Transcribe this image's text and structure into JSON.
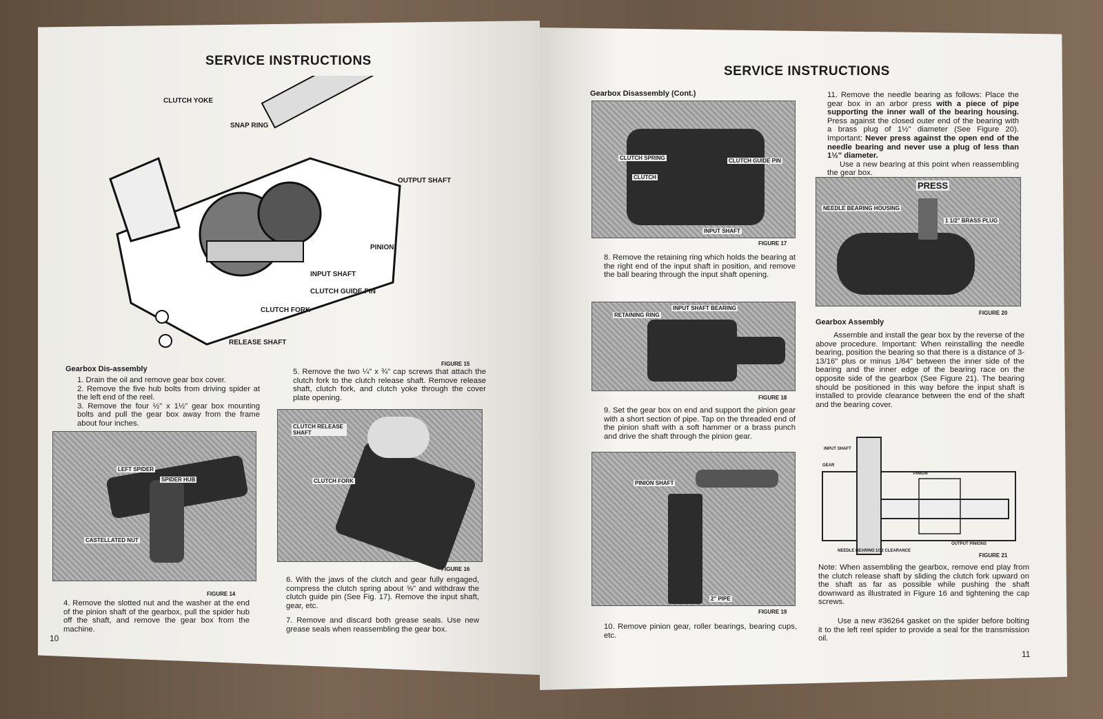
{
  "left": {
    "title": "SERVICE INSTRUCTIONS",
    "page_number": "10",
    "fig15": {
      "caption": "FIGURE 15",
      "labels": [
        "CLUTCH YOKE",
        "SNAP RING",
        "OUTPUT SHAFT",
        "PINION",
        "INPUT SHAFT",
        "CLUTCH GUIDE PIN",
        "CLUTCH FORK",
        "RELEASE SHAFT"
      ]
    },
    "section": "Gearbox Dis-assembly",
    "steps": [
      "1. Drain the oil and remove gear box cover.",
      "2. Remove the five hub bolts from driving spider at the left end of the reel.",
      "3. Remove the four ½\" x 1½\" gear box mounting bolts and pull the gear box away from the frame about four inches.",
      "4. Remove the slotted nut and the washer at the end of the pinion shaft of the gearbox, pull the spider hub off the shaft, and remove the gear box from the machine.",
      "5. Remove the two ¼\" x ¾\" cap screws that attach the clutch fork to the clutch release shaft. Remove release shaft, clutch fork, and clutch yoke through the cover plate opening.",
      "6. With the jaws of the clutch and gear fully engaged, compress the clutch spring about ⅝\" and withdraw the clutch guide pin (See Fig. 17). Remove the input shaft, gear, etc.",
      "7. Remove and discard both grease seals. Use new grease seals when reassembling the gear box."
    ],
    "fig14": {
      "caption": "FIGURE 14",
      "labels": [
        "LEFT SPIDER",
        "SPIDER HUB",
        "CASTELLATED NUT"
      ]
    },
    "fig16": {
      "caption": "FIGURE 16",
      "labels": [
        "CLUTCH RELEASE SHAFT",
        "CLUTCH FORK"
      ]
    }
  },
  "right": {
    "title": "SERVICE INSTRUCTIONS",
    "page_number": "11",
    "section1": "Gearbox Disassembly (Cont.)",
    "fig17": {
      "caption": "FIGURE 17",
      "labels": [
        "CLUTCH SPRING",
        "CLUTCH",
        "CLUTCH GUIDE PIN",
        "INPUT SHAFT"
      ]
    },
    "step8": "8. Remove the retaining ring which holds the bearing at the right end of the input shaft in position, and remove the ball bearing through the input shaft opening.",
    "fig18": {
      "caption": "FIGURE 18",
      "labels": [
        "RETAINING RING",
        "INPUT SHAFT BEARING"
      ]
    },
    "step9": "9. Set the gear box on end and support the pinion gear with a short section of pipe. Tap on the threaded end of the pinion shaft with a soft hammer or a brass punch and drive the shaft through the pinion gear.",
    "fig19": {
      "caption": "FIGURE 19",
      "labels": [
        "PINION SHAFT",
        "2\" PIPE"
      ]
    },
    "step10": "10. Remove pinion gear, roller bearings, bearing cups, etc.",
    "step11_a": "11. Remove the needle bearing as follows: Place the gear box in an arbor press ",
    "step11_b": "with a piece of pipe supporting the inner wall of the bearing housing.",
    "step11_c": " Press against the closed outer end of the bearing with a brass plug of 1½\" diameter (See Figure 20). Important: ",
    "step11_d": "Never press against the open end of the needle bearing and never use a plug of less than 1½\" diameter.",
    "step11_e": "Use a new bearing at this point when reassembling the gear box.",
    "fig20": {
      "caption": "FIGURE 20",
      "labels": [
        "PRESS",
        "NEEDLE BEARING HOUSING",
        "1 1/2\" BRASS PLUG"
      ]
    },
    "section2": "Gearbox Assembly",
    "assembly": "Assemble and install the gear box by the reverse of the above procedure. Important: When reinstalling the needle bearing, position the bearing so that there is a distance of 3-13/16\" plus or minus 1/64\" between the inner side of the bearing and the inner edge of the bearing race on the opposite side of the gearbox (See Figure 21). The bearing should be positioned in this way before the input shaft is installed to provide clearance between the end of the shaft and the bearing cover.",
    "fig21": {
      "caption": "FIGURE 21",
      "labels": [
        "INPUT SHAFT",
        "GEAR",
        "PINION",
        "NEEDLE BEARING",
        "1/32 CLEARANCE",
        "OUTPUT PINIONS"
      ]
    },
    "note": "Note: When assembling the gearbox, remove end play from the clutch release shaft by sliding the clutch fork upward on the shaft as far as possible while pushing the shaft downward as illustrated in Figure 16 and tightening the cap screws.",
    "gasket": "Use a new #36264 gasket on the spider before bolting it to the left reel spider to provide a seal for the transmission oil."
  }
}
